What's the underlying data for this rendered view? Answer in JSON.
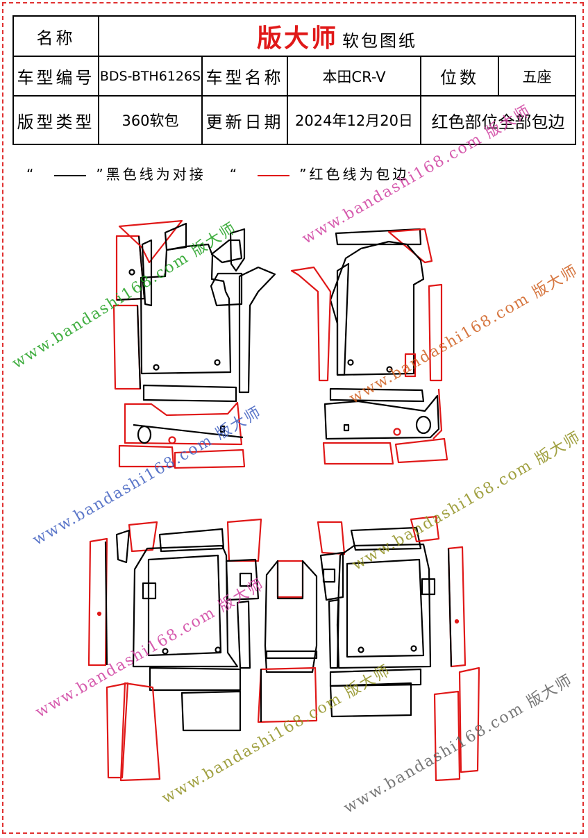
{
  "header": {
    "name_label": "名称",
    "brand": "版大师",
    "doc_title": "软包图纸"
  },
  "specs": {
    "model_code_label": "车型编号",
    "model_code": "BDS-BTH6126S",
    "model_name_label": "车型名称",
    "model_name": "本田CR-V",
    "seats_label": "位数",
    "seats": "五座",
    "pattern_type_label": "版型类型",
    "pattern_type": "360软包",
    "update_date_label": "更新日期",
    "update_date": "2024年12月20日",
    "note": "红色部位全部包边"
  },
  "legend": {
    "open_quote": "“",
    "close_quote": "”",
    "black_text": "黑色线为对接",
    "red_text": "红色线为包边"
  },
  "watermark": {
    "url": "www.bandashi168.com",
    "brand": "版大师"
  },
  "colors": {
    "edge_red": "#e01818",
    "seam_black": "#000000",
    "wm_magenta": "#d040a0",
    "wm_orange": "#d06020",
    "wm_green": "#20a020",
    "wm_blue": "#4060c0",
    "wm_olive": "#909020"
  }
}
